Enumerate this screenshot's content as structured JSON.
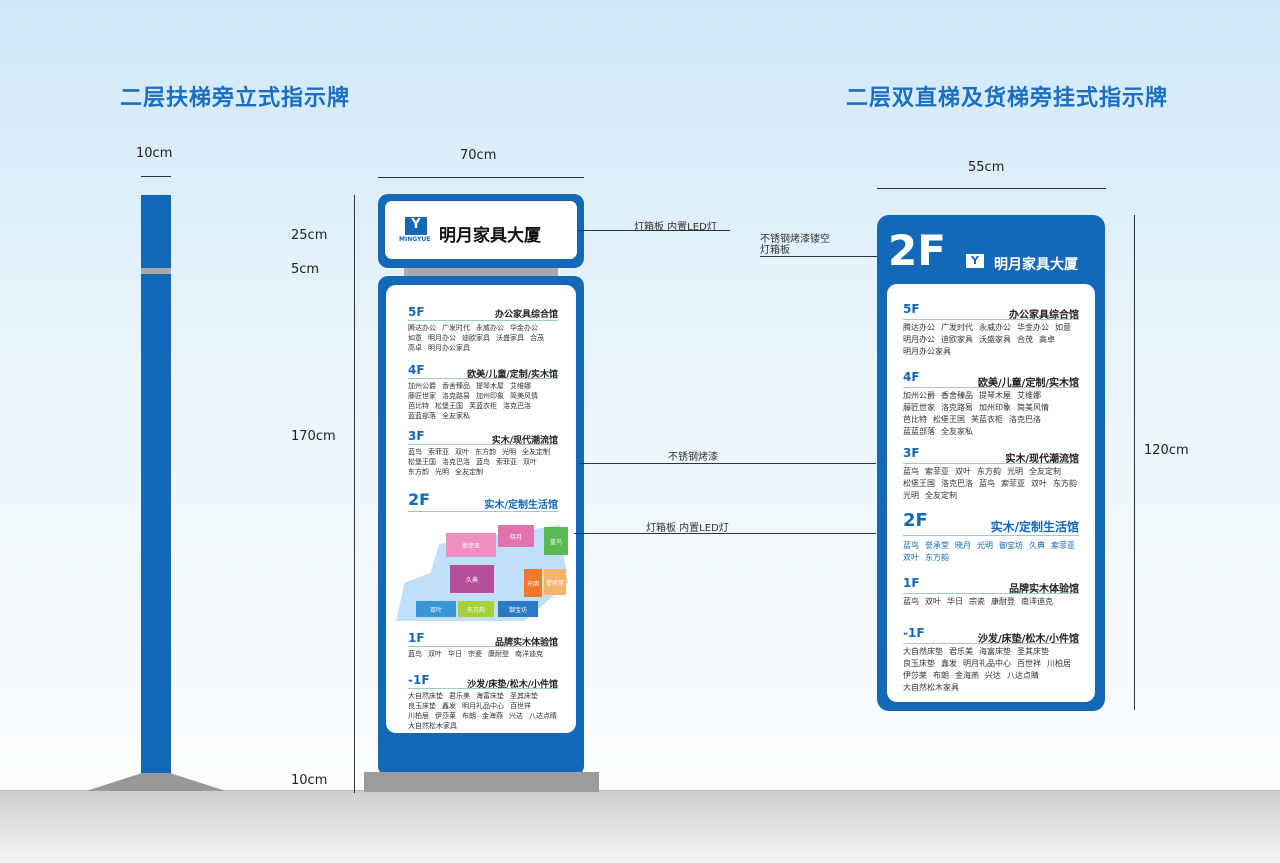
{
  "titles": {
    "left": "二层扶梯旁立式指示牌",
    "right": "二层双直梯及货梯旁挂式指示牌"
  },
  "dims": {
    "pole_width": "10cm",
    "sign_width": "70cm",
    "h_header": "25cm",
    "h_gap": "5cm",
    "h_body": "170cm",
    "h_base": "10cm",
    "wall_width": "55cm",
    "wall_height": "120cm"
  },
  "annotations": {
    "lightbox1": "灯箱板 内置LED灯",
    "steel_paint": "不锈钢烤漆",
    "lightbox2": "灯箱板 内置LED灯",
    "wall_top_1": "不锈钢烤漆镂空",
    "wall_top_2": "灯箱板"
  },
  "brand": {
    "logo_text": "MINGYUE",
    "name": "明月家具大厦"
  },
  "wall": {
    "floor_big": "2F"
  },
  "floors": [
    {
      "floor": "5F",
      "title": "办公家具综合馆",
      "brands": [
        "腾达办公",
        "广发时代",
        "永威办公",
        "华金办公",
        "如意",
        "明月办公",
        "迪欧家具",
        "沃盛家具",
        "合茂",
        "高卓",
        "明月办公家具"
      ]
    },
    {
      "floor": "4F",
      "title": "欧美/儿童/定制/实木馆",
      "brands": [
        "加州公爵",
        "香舍臻品",
        "提琴木屋",
        "艾维娜",
        "藤匠世家",
        "洛克路易",
        "加州印象",
        "简美风情",
        "芭比特",
        "松堡王国",
        "芙蓝衣柜",
        "洛克巴洛",
        "蓝蓝部落",
        "全友家私"
      ]
    },
    {
      "floor": "3F",
      "title": "实木/现代潮流馆",
      "brands": [
        "蓝鸟",
        "索菲亚",
        "双叶",
        "东方韵",
        "光明",
        "全友定制",
        "松堡王国",
        "洛克巴洛",
        "蓝鸟",
        "索菲亚",
        "双叶",
        "东方韵",
        "光明",
        "全友定制"
      ]
    },
    {
      "floor": "2F",
      "title": "实木/定制生活馆",
      "brands": [
        "蓝鸟",
        "誉承堂",
        "晓月",
        "光明",
        "御宝坊",
        "久典",
        "索菲亚",
        "双叶",
        "东方韵"
      ]
    },
    {
      "floor": "1F",
      "title": "品牌实木体验馆",
      "brands": [
        "蓝鸟",
        "双叶",
        "华日",
        "宗瓷",
        "康耐登",
        "南洋迪克"
      ]
    },
    {
      "floor": "-1F",
      "title": "沙发/床垫/松木/小件馆",
      "brands": [
        "大自然床垫",
        "君乐美",
        "海富床垫",
        "圣其床垫",
        "良玉床垫",
        "鑫发",
        "明月礼品中心",
        "百世祥",
        "川柏居",
        "伊莎莱",
        "布朗",
        "金海燕",
        "兴达",
        "八达点睛",
        "大自然松木家具"
      ]
    }
  ],
  "map": {
    "blocks": [
      "索菲亚",
      "晓月",
      "蓝鸟",
      "久典",
      "光明",
      "誉承堂",
      "双叶",
      "东方韵",
      "御宝坊"
    ]
  },
  "colors": {
    "brand_blue": "#1468b8",
    "title_blue": "#1a6fc2"
  }
}
